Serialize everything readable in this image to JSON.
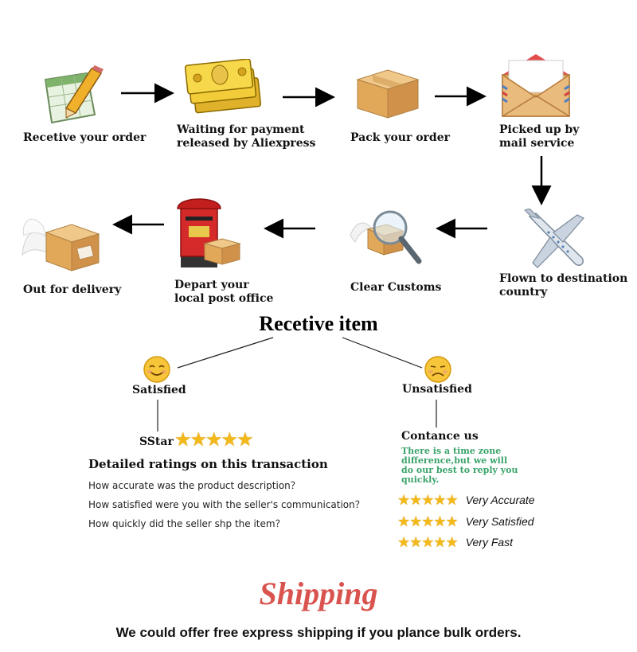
{
  "steps": [
    {
      "label": "Recetive your order",
      "icon": "spreadsheet-pencil-icon"
    },
    {
      "label": "Waiting for payment\nreleased by Aliexpress",
      "icon": "money-icon"
    },
    {
      "label": "Pack your order",
      "icon": "box-icon"
    },
    {
      "label": "Picked up by\nmail service",
      "icon": "envelope-icon"
    },
    {
      "label": "Flown to destination\ncountry",
      "icon": "airplane-icon"
    },
    {
      "label": "Clear Customs",
      "icon": "magnifier-box-icon"
    },
    {
      "label": "Depart your\nlocal post office",
      "icon": "mailbox-icon"
    },
    {
      "label": "Out for delivery",
      "icon": "winged-box-icon"
    }
  ],
  "feedback": {
    "title": "Recetive item",
    "satisfied": {
      "label": "Satisfied",
      "face": "☺",
      "star_label": "SStar",
      "stars": "★★★★★",
      "ratings_title": "Detailed ratings on this transaction",
      "questions": [
        "How accurate was the product description？",
        "How satisfied were you with the seller's communication？",
        "How quickly did the seller shp the item？"
      ]
    },
    "unsatisfied": {
      "label": "Unsatisfied",
      "face": "☹",
      "contact_title": "Contance us",
      "contact_note": "There is a time zone difference,but we will do  our best to reply you quickly.",
      "ratings": [
        {
          "stars": "★★★★★",
          "text": "Very Accurate"
        },
        {
          "stars": "★★★★★",
          "text": "Very Satisfied"
        },
        {
          "stars": "★★★★★",
          "text": "Very Fast"
        }
      ]
    }
  },
  "shipping": {
    "title": "Shipping",
    "subtitle": "We could offer free express shipping if you plance bulk orders."
  },
  "colors": {
    "star": "#f3b81a",
    "shipping_title": "#d9534f",
    "note": "#3aa36a"
  }
}
